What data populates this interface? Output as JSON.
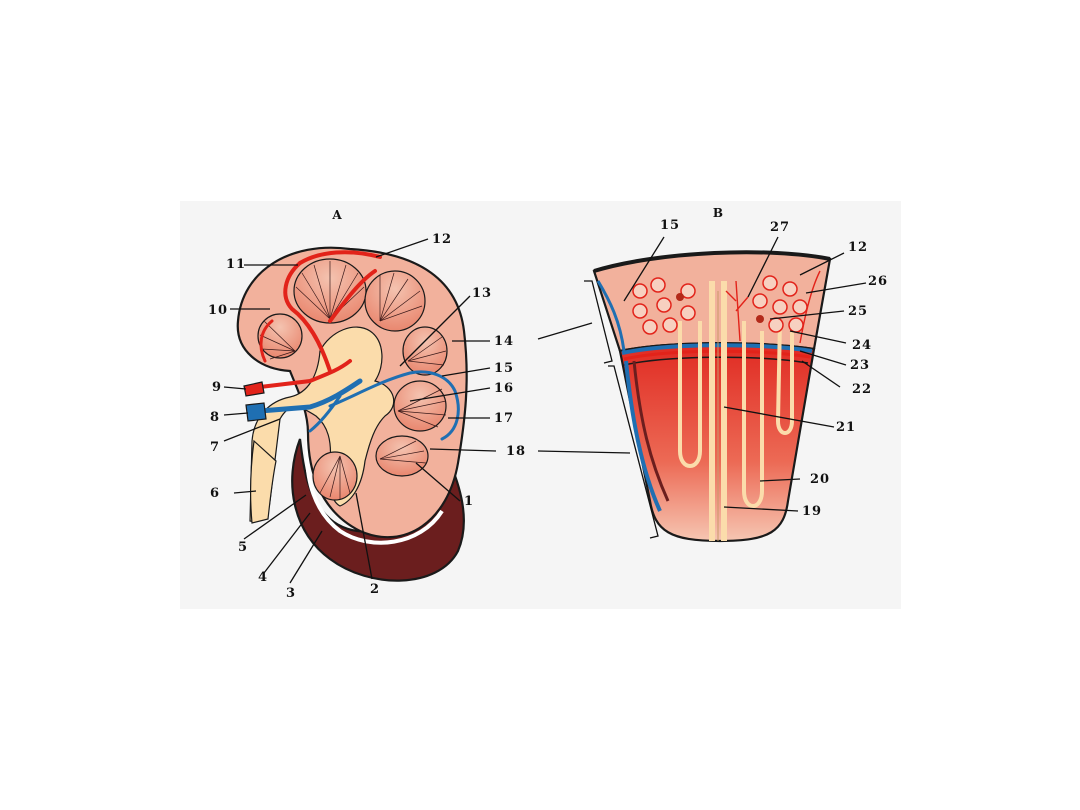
{
  "figure": {
    "panel_a_title": "A",
    "panel_b_title": "B",
    "panel_a_labels": [
      {
        "n": "1"
      },
      {
        "n": "2"
      },
      {
        "n": "3"
      },
      {
        "n": "4"
      },
      {
        "n": "5"
      },
      {
        "n": "6"
      },
      {
        "n": "7"
      },
      {
        "n": "8"
      },
      {
        "n": "9"
      },
      {
        "n": "10"
      },
      {
        "n": "11"
      },
      {
        "n": "12"
      },
      {
        "n": "13"
      },
      {
        "n": "14"
      },
      {
        "n": "15"
      },
      {
        "n": "16"
      },
      {
        "n": "17"
      },
      {
        "n": "18"
      }
    ],
    "panel_b_labels": [
      {
        "n": "15"
      },
      {
        "n": "27"
      },
      {
        "n": "12"
      },
      {
        "n": "26"
      },
      {
        "n": "25"
      },
      {
        "n": "24"
      },
      {
        "n": "23"
      },
      {
        "n": "22"
      },
      {
        "n": "21"
      },
      {
        "n": "20"
      },
      {
        "n": "19"
      }
    ],
    "colors": {
      "cortex": "#f2b19c",
      "medulla_red": "#e84a3c",
      "pelvis": "#fbdcab",
      "artery": "#e2231a",
      "vein": "#1f6fb2",
      "ureter_dark": "#6b1e1e",
      "background": "#f5f5f5"
    }
  }
}
